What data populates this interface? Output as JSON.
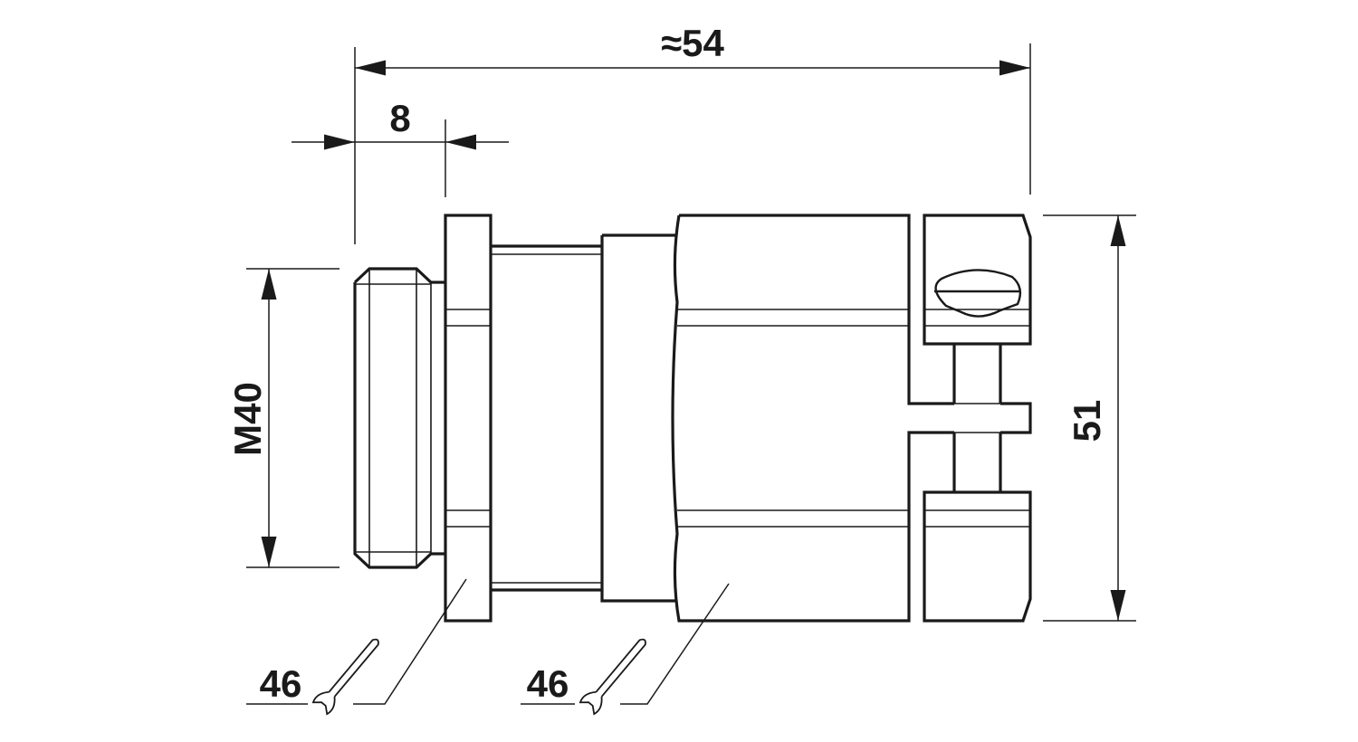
{
  "drawing": {
    "dimensions": {
      "overall_length": "≈54",
      "thread_length": "8",
      "thread_size": "M40",
      "overall_height": "51"
    },
    "wrench_sizes": [
      {
        "label": "46",
        "icon": "wrench-icon"
      },
      {
        "label": "46",
        "icon": "wrench-icon"
      }
    ],
    "line_color": "#1a1a1a"
  }
}
